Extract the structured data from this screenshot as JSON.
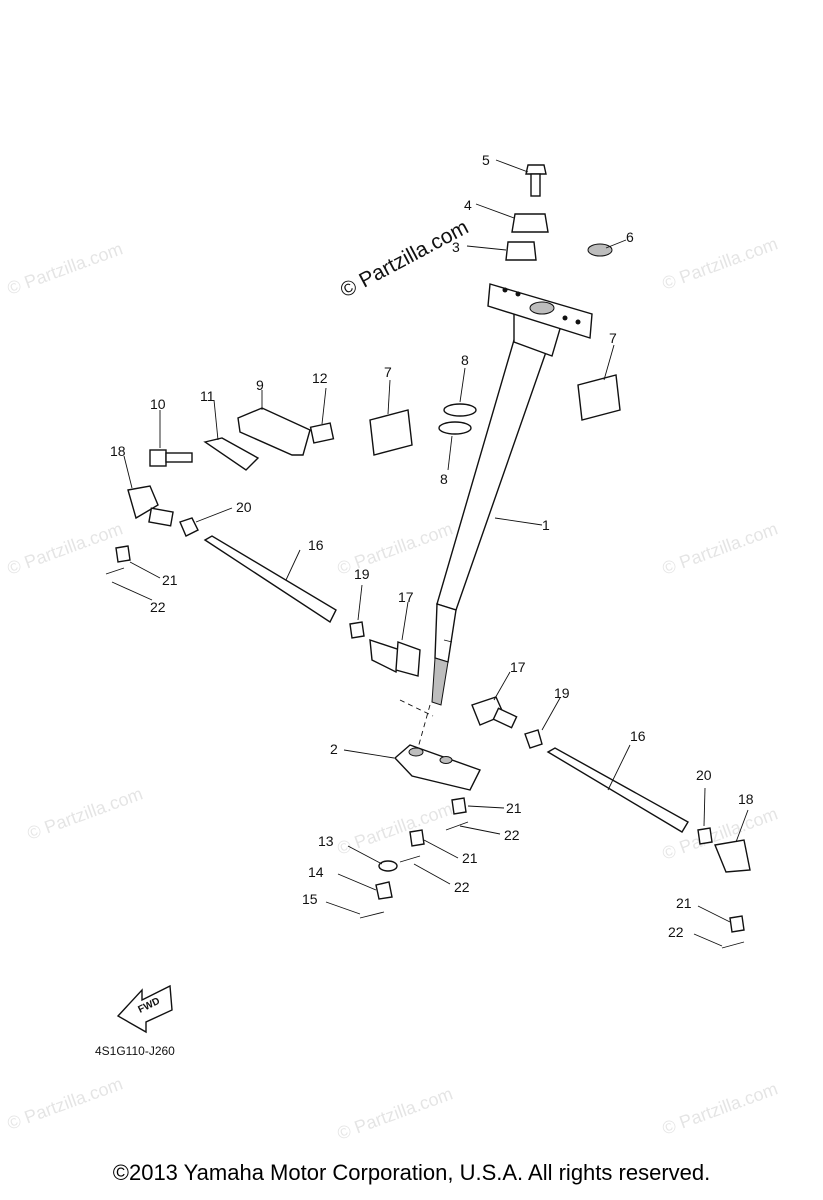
{
  "watermark": {
    "repeat_text": "© Partzilla.com",
    "main_text": "© Partzilla.com"
  },
  "diagram_code": "4S1G110-J260",
  "fwd_label": "FWD",
  "copyright": "©2013  Yamaha Motor Corporation, U.S.A. All rights reserved.",
  "callouts": [
    "1",
    "2",
    "3",
    "4",
    "5",
    "6",
    "7",
    "7",
    "8",
    "8",
    "9",
    "10",
    "11",
    "12",
    "13",
    "14",
    "15",
    "16",
    "16",
    "17",
    "17",
    "18",
    "18",
    "19",
    "19",
    "20",
    "20",
    "21",
    "21",
    "21",
    "21",
    "22",
    "22",
    "22",
    "22"
  ]
}
